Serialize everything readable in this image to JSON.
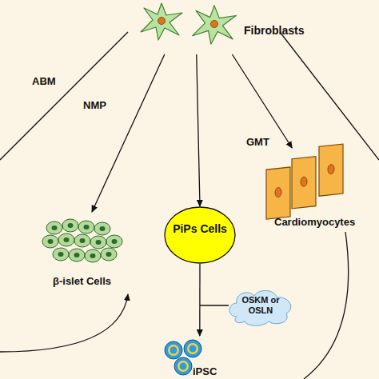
{
  "diagram": {
    "nodes": [
      {
        "text": [
          "Fibroblasts"
        ]
      },
      {
        "text": [
          "β-islet Cells"
        ]
      },
      {
        "text": [
          "PiPs Cells"
        ]
      },
      {
        "text": [
          "Cardiomyocytes"
        ]
      },
      {
        "text": [
          "OSKM or OSLN"
        ]
      },
      {
        "text": [
          "iPSC"
        ]
      }
    ],
    "edges": [
      {
        "from": 0,
        "to": 1,
        "arrow": "to",
        "label": "NMP"
      },
      {
        "from": 0,
        "to": 2,
        "arrow": "to"
      },
      {
        "from": 0,
        "to": 3,
        "arrow": "to",
        "label": "GMT"
      },
      {
        "from": 2,
        "to": 5,
        "arrow": "to"
      }
    ],
    "labels": [
      "ABM"
    ]
  }
}
